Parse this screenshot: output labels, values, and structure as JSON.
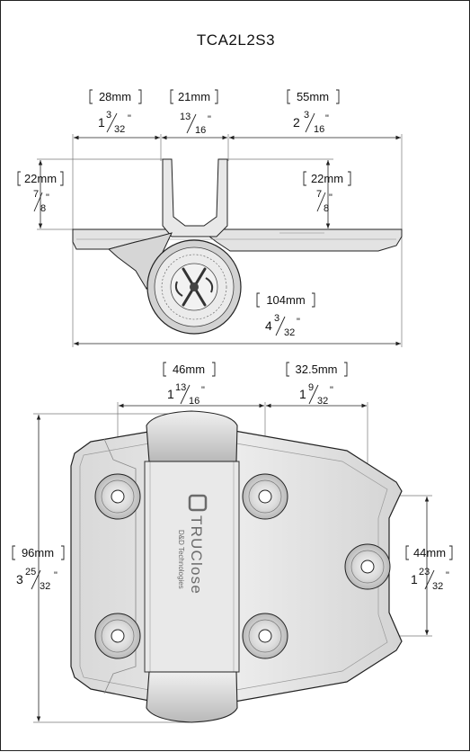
{
  "title": "TCA2L2S3",
  "brand": {
    "name": "TRUClose",
    "tagline": "D&D Technologies"
  },
  "dimensions": {
    "top_width_left": {
      "metric": "28mm",
      "whole": "1",
      "num": "3",
      "den": "32",
      "unit": "\""
    },
    "top_width_mid": {
      "metric": "21mm",
      "whole": "",
      "num": "13",
      "den": "16",
      "unit": "\""
    },
    "top_width_right": {
      "metric": "55mm",
      "whole": "2",
      "num": "3",
      "den": "16",
      "unit": "\""
    },
    "top_height_left": {
      "metric": "22mm",
      "whole": "",
      "num": "7",
      "den": "8",
      "unit": "\""
    },
    "top_height_right": {
      "metric": "22mm",
      "whole": "",
      "num": "7",
      "den": "8",
      "unit": "\""
    },
    "top_overall": {
      "metric": "104mm",
      "whole": "4",
      "num": "3",
      "den": "32",
      "unit": "\""
    },
    "hole_spacing_left": {
      "metric": "46mm",
      "whole": "1",
      "num": "13",
      "den": "16",
      "unit": "\""
    },
    "hole_spacing_right": {
      "metric": "32.5mm",
      "whole": "1",
      "num": "9",
      "den": "32",
      "unit": "\""
    },
    "front_height": {
      "metric": "96mm",
      "whole": "3",
      "num": "25",
      "den": "32",
      "unit": "\""
    },
    "hole_vertical": {
      "metric": "44mm",
      "whole": "1",
      "num": "23",
      "den": "32",
      "unit": "\""
    }
  },
  "colors": {
    "line": "#222222",
    "body_fill": "#e4e4e4",
    "body_dark": "#bdbdbd",
    "hole_fill": "#cfcfcf"
  }
}
